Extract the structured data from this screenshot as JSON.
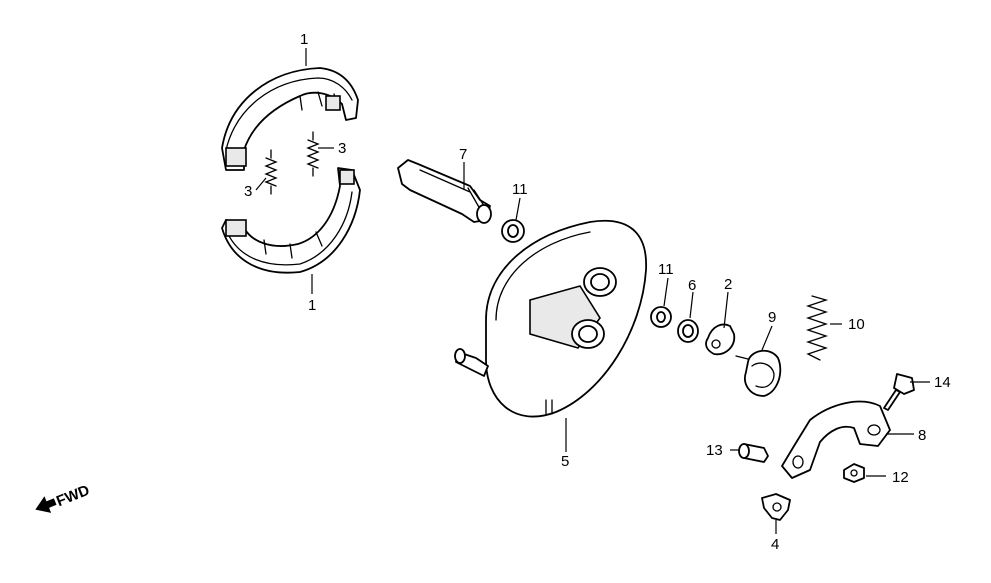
{
  "diagram": {
    "callouts": {
      "c1_top": "1",
      "c1_bottom": "1",
      "c2": "2",
      "c3_right": "3",
      "c3_left": "3",
      "c4": "4",
      "c5": "5",
      "c6": "6",
      "c7": "7",
      "c8": "8",
      "c9": "9",
      "c10": "10",
      "c11_top": "11",
      "c11_mid": "11",
      "c12": "12",
      "c13": "13",
      "c14": "14"
    },
    "direction_label": "FWD"
  }
}
